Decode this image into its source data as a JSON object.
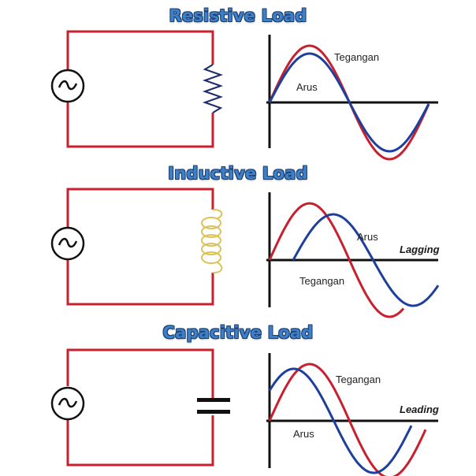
{
  "colors": {
    "voltage_wave": "#c8202e",
    "current_wave": "#1e3f9c",
    "circuit_wire": "#c8202e",
    "title_fill": "#3d7fc8",
    "inductor_coil": "#d9c35a",
    "axis": "#111111"
  },
  "panels": [
    {
      "title": "Resistive Load",
      "component": "resistor-icon",
      "source": "ac-source-icon",
      "labels": {
        "voltage": "Tegangan",
        "current": "Arus",
        "phase": ""
      },
      "phase_shift_deg": 0
    },
    {
      "title": "Inductive Load",
      "component": "inductor-icon",
      "source": "ac-source-icon",
      "labels": {
        "voltage": "Tegangan",
        "current": "Arus",
        "phase": "Lagging"
      },
      "phase_shift_deg": -90
    },
    {
      "title": "Capacitive Load",
      "component": "capacitor-icon",
      "source": "ac-source-icon",
      "labels": {
        "voltage": "Tegangan",
        "current": "Arus",
        "phase": "Leading"
      },
      "phase_shift_deg": 90
    }
  ]
}
